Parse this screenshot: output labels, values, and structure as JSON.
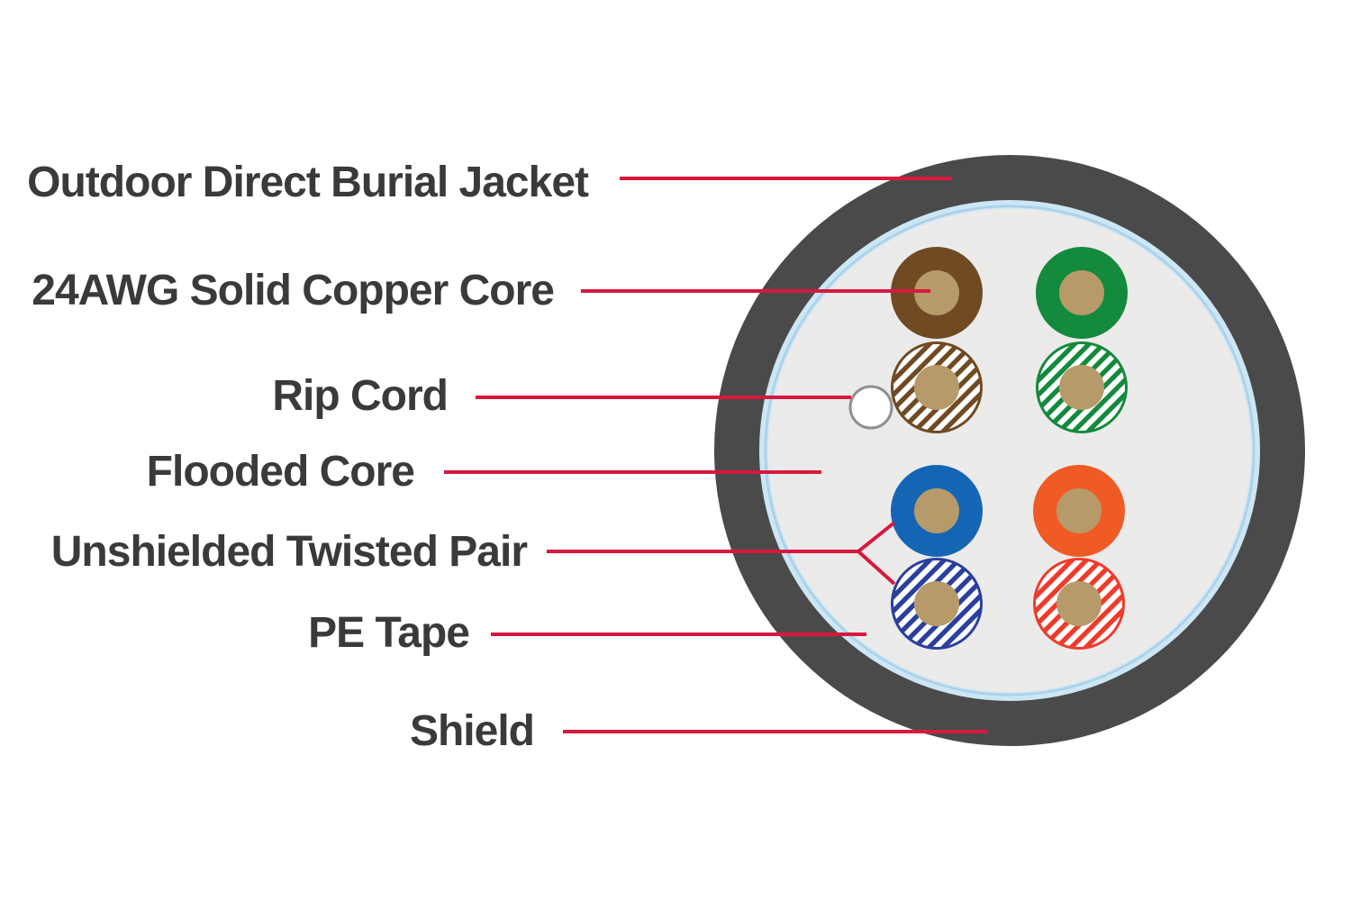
{
  "colors": {
    "background": "#ffffff",
    "label_text": "#3a3a3a",
    "leader_line": "#d7193f",
    "jacket": "#4a4a4a",
    "pe_tape": "#cde6f4",
    "pe_tape_edge": "#a9d2ea",
    "core": "#ecebea",
    "copper": "#b79a6a",
    "rip_cord": "#8f8f8f",
    "stripe": "#ffffff"
  },
  "callouts": [
    {
      "id": "jacket",
      "label": "Outdoor Direct Burial Jacket"
    },
    {
      "id": "copper-core",
      "label": "24AWG Solid Copper Core"
    },
    {
      "id": "rip-cord",
      "label": "Rip Cord"
    },
    {
      "id": "flooded-core",
      "label": "Flooded Core"
    },
    {
      "id": "twisted-pair",
      "label": "Unshielded Twisted Pair"
    },
    {
      "id": "pe-tape",
      "label": "PE Tape"
    },
    {
      "id": "shield",
      "label": "Shield"
    }
  ],
  "conductors": [
    {
      "id": "brown",
      "color": "#6f4a22",
      "striped": false
    },
    {
      "id": "green",
      "color": "#138a3c",
      "striped": false
    },
    {
      "id": "brown-white",
      "color": "#6f4a22",
      "striped": true
    },
    {
      "id": "green-white",
      "color": "#138a3c",
      "striped": true
    },
    {
      "id": "blue",
      "color": "#1565b5",
      "striped": false
    },
    {
      "id": "orange",
      "color": "#f05a24",
      "striped": false
    },
    {
      "id": "blue-white",
      "color": "#2a3f9e",
      "striped": true
    },
    {
      "id": "orange-white",
      "color": "#ee3b2b",
      "striped": true
    }
  ]
}
